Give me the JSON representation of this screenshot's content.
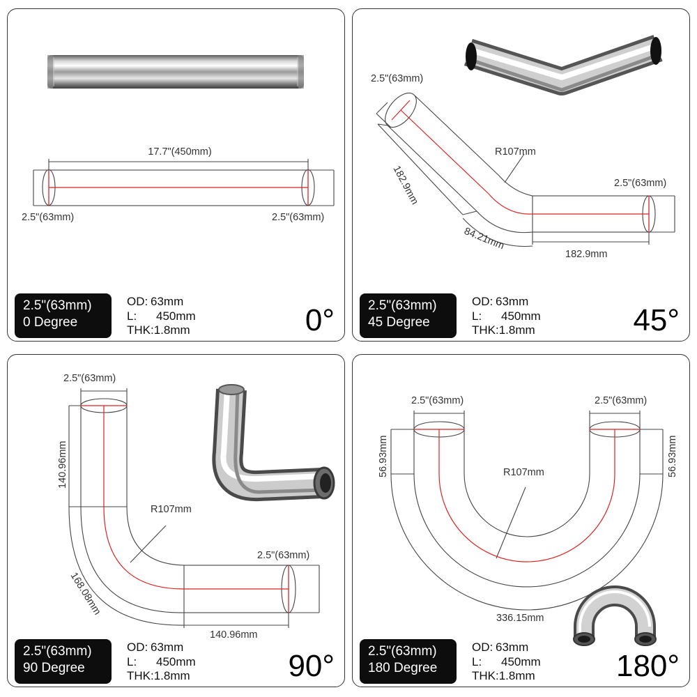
{
  "panels": [
    {
      "badge_size": "2.5\"(63mm)",
      "badge_degree": "0 Degree",
      "od_label": "OD:",
      "od_value": "63mm",
      "l_label": "L:",
      "l_value": "450mm",
      "thk": "THK:1.8mm",
      "angle": "0°",
      "dims": {
        "length": "17.7\"(450mm)",
        "left_dia": "2.5\"(63mm)",
        "right_dia": "2.5\"(63mm)"
      }
    },
    {
      "badge_size": "2.5\"(63mm)",
      "badge_degree": "45 Degree",
      "od_label": "OD:",
      "od_value": "63mm",
      "l_label": "L:",
      "l_value": "450mm",
      "thk": "THK:1.8mm",
      "angle": "45°",
      "dims": {
        "top_dia": "2.5\"(63mm)",
        "radius": "R107mm",
        "right_dia": "2.5\"(63mm)",
        "slant_len": "182.9mm",
        "arc_len": "84.21mm",
        "straight_len": "182.9mm"
      }
    },
    {
      "badge_size": "2.5\"(63mm)",
      "badge_degree": "90 Degree",
      "od_label": "OD:",
      "od_value": "63mm",
      "l_label": "L:",
      "l_value": "450mm",
      "thk": "THK:1.8mm",
      "angle": "90°",
      "dims": {
        "top_dia": "2.5\"(63mm)",
        "vert_len": "140.96mm",
        "radius": "R107mm",
        "arc_len": "168.08mm",
        "right_dia": "2.5\"(63mm)",
        "horiz_len": "140.96mm"
      }
    },
    {
      "badge_size": "2.5\"(63mm)",
      "badge_degree": "180 Degree",
      "od_label": "OD:",
      "od_value": "63mm",
      "l_label": "L:",
      "l_value": "450mm",
      "thk": "THK:1.8mm",
      "angle": "180°",
      "dims": {
        "left_dia": "2.5\"(63mm)",
        "right_dia": "2.5\"(63mm)",
        "left_len": "56.93mm",
        "right_len": "56.93mm",
        "radius": "R107mm",
        "arc_len": "336.15mm"
      }
    }
  ]
}
